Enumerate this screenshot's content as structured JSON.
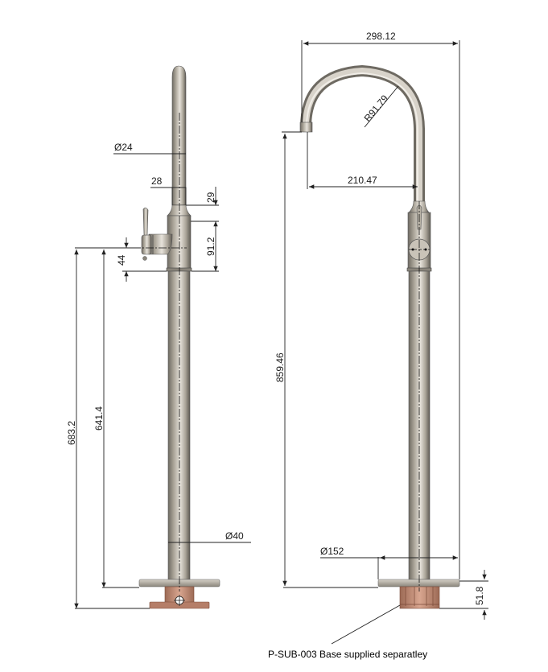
{
  "drawing": {
    "type": "technical-drawing",
    "subject": "Freestanding mixer tap - side and front elevations",
    "colors": {
      "tap_body": "#b8b2a6",
      "tap_shadow": "#6e6a62",
      "tap_highlight": "#e6e2da",
      "base_copper": "#c89078",
      "dim_line": "#222222",
      "dim_text": "#1a1a1a"
    },
    "side_view": {
      "dimensions": {
        "spout_diameter": "Ø24",
        "collar_width": "28",
        "collar_height": "29",
        "lever_to_ring": "91.2",
        "handle_height": "44",
        "outlet_height": "641.4",
        "overall_handle_height": "683.2",
        "body_diameter": "Ø40"
      }
    },
    "front_view": {
      "dimensions": {
        "overall_reach": "298.12",
        "bend_radius": "R91.79",
        "spout_reach": "210.47",
        "spout_height": "859.46",
        "base_diameter": "Ø152",
        "base_height": "51.8"
      }
    },
    "note": "P-SUB-003 Base supplied separatley"
  }
}
